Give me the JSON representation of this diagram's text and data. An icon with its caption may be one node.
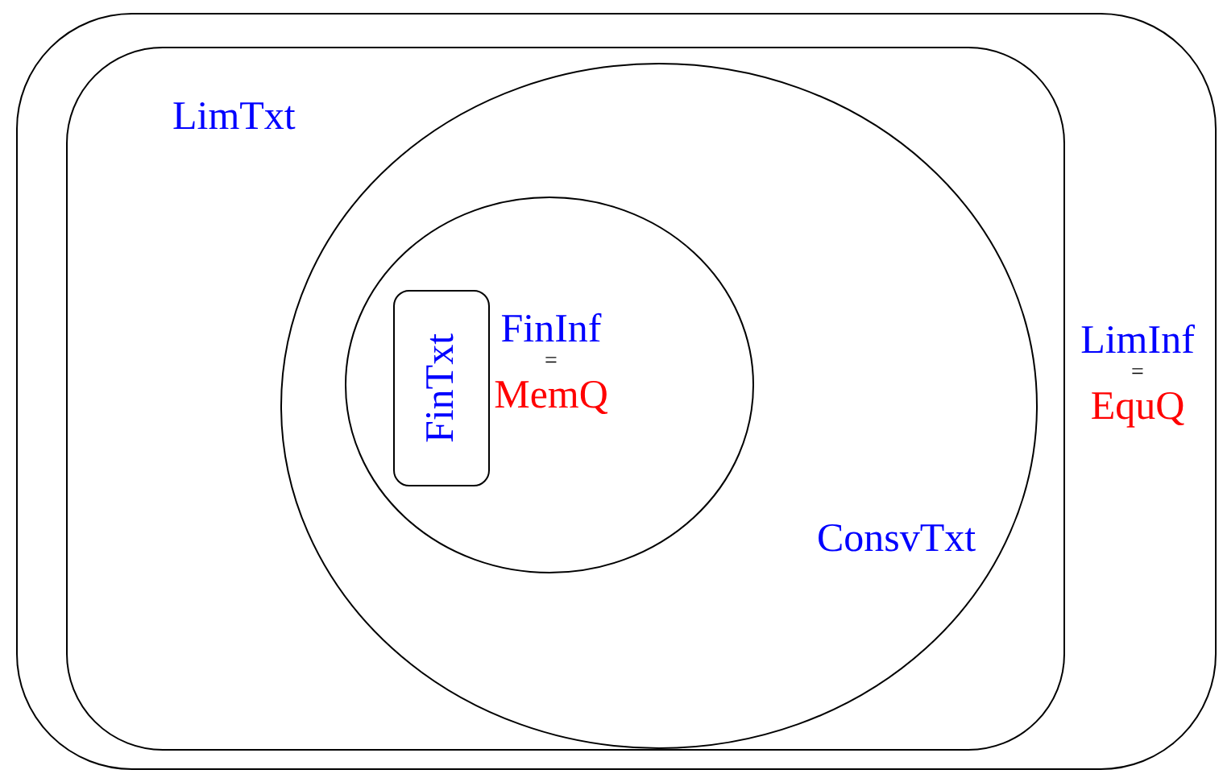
{
  "diagram": {
    "nodes": [
      {
        "text": [
          "LimInf",
          "=",
          "EquQ"
        ]
      },
      {
        "text": [
          "LimTxt"
        ],
        "in": 0
      },
      {
        "text": [
          "ConsvTxt"
        ],
        "in": 1
      },
      {
        "text": [
          "FinInf",
          "=",
          "MemQ"
        ],
        "in": 2
      },
      {
        "text": [
          "FinTxt"
        ],
        "in": 3
      }
    ]
  }
}
